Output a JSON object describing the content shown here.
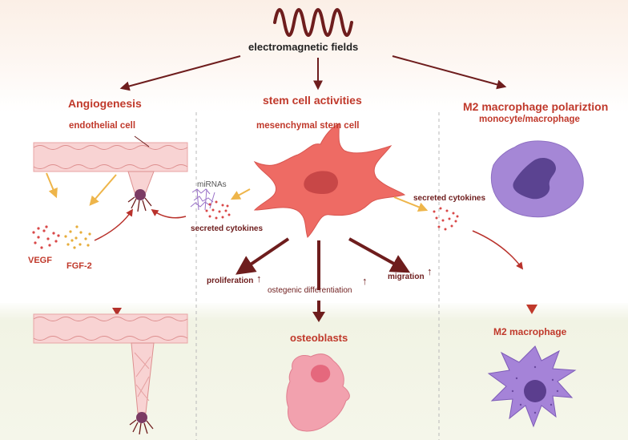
{
  "title": "electromagnetic fields",
  "columns": {
    "left": {
      "heading": "Angiogenesis",
      "cell": "endothelial cell",
      "factor_a": "VEGF",
      "factor_b": "FGF-2"
    },
    "center": {
      "heading": "stem cell activities",
      "cell": "mesenchymal stem cell",
      "mirnas": "miRNAs",
      "secreted": "secreted cytokines",
      "proliferation": "proliferation",
      "differentiation": "ostegenic differentiation",
      "migration": "migration",
      "up_arrow": "↑",
      "product": "osteoblasts"
    },
    "right": {
      "heading": "M2 macrophage polariztion",
      "cell": "monocyte/macrophage",
      "secreted": "secreted cytokines",
      "product": "M2 macrophage"
    }
  },
  "colors": {
    "heading_red": "#c0392b",
    "arrow_dark": "#6e1d1d",
    "stem_cell": "#ee6b64",
    "macrophage": "#a587d6",
    "vessel": "#f8d3d3",
    "osteoblast": "#f2a1ae",
    "yellow_arrow": "#eeb54a"
  }
}
